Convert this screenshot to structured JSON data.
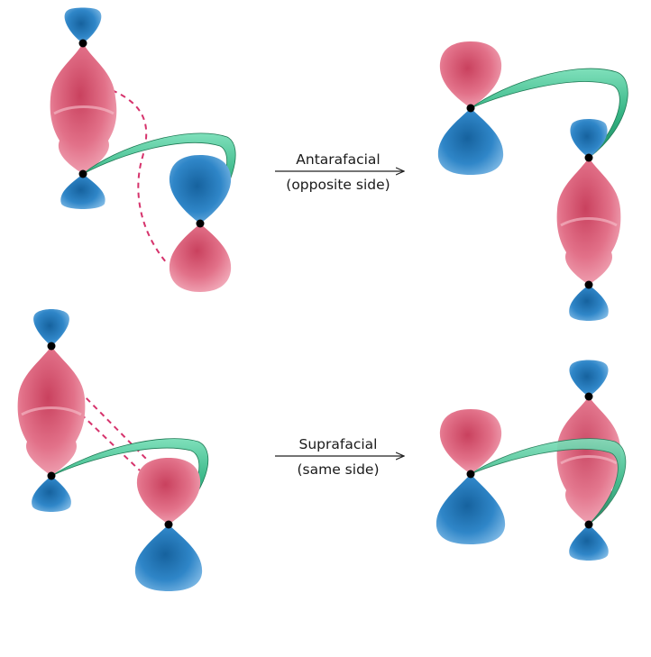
{
  "antarafacial": {
    "name": "Antarafacial",
    "description": "(opposite side)"
  },
  "suprafacial": {
    "name": "Suprafacial",
    "description": "(same side)"
  },
  "colors": {
    "lobe_pink": "#e36f86",
    "lobe_blue": "#2f86c8",
    "bridge_green": "#3fbf8f",
    "dashed_line": "#d6336c",
    "arrow": "#222222"
  }
}
